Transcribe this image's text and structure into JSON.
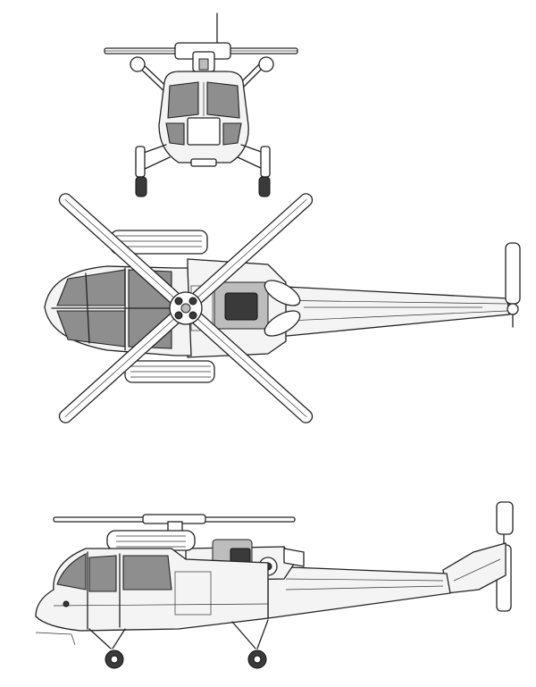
{
  "drawing": {
    "subject": "",
    "views": [
      {
        "id": "front",
        "label": ""
      },
      {
        "id": "top",
        "label": ""
      },
      {
        "id": "side",
        "label": ""
      }
    ]
  }
}
